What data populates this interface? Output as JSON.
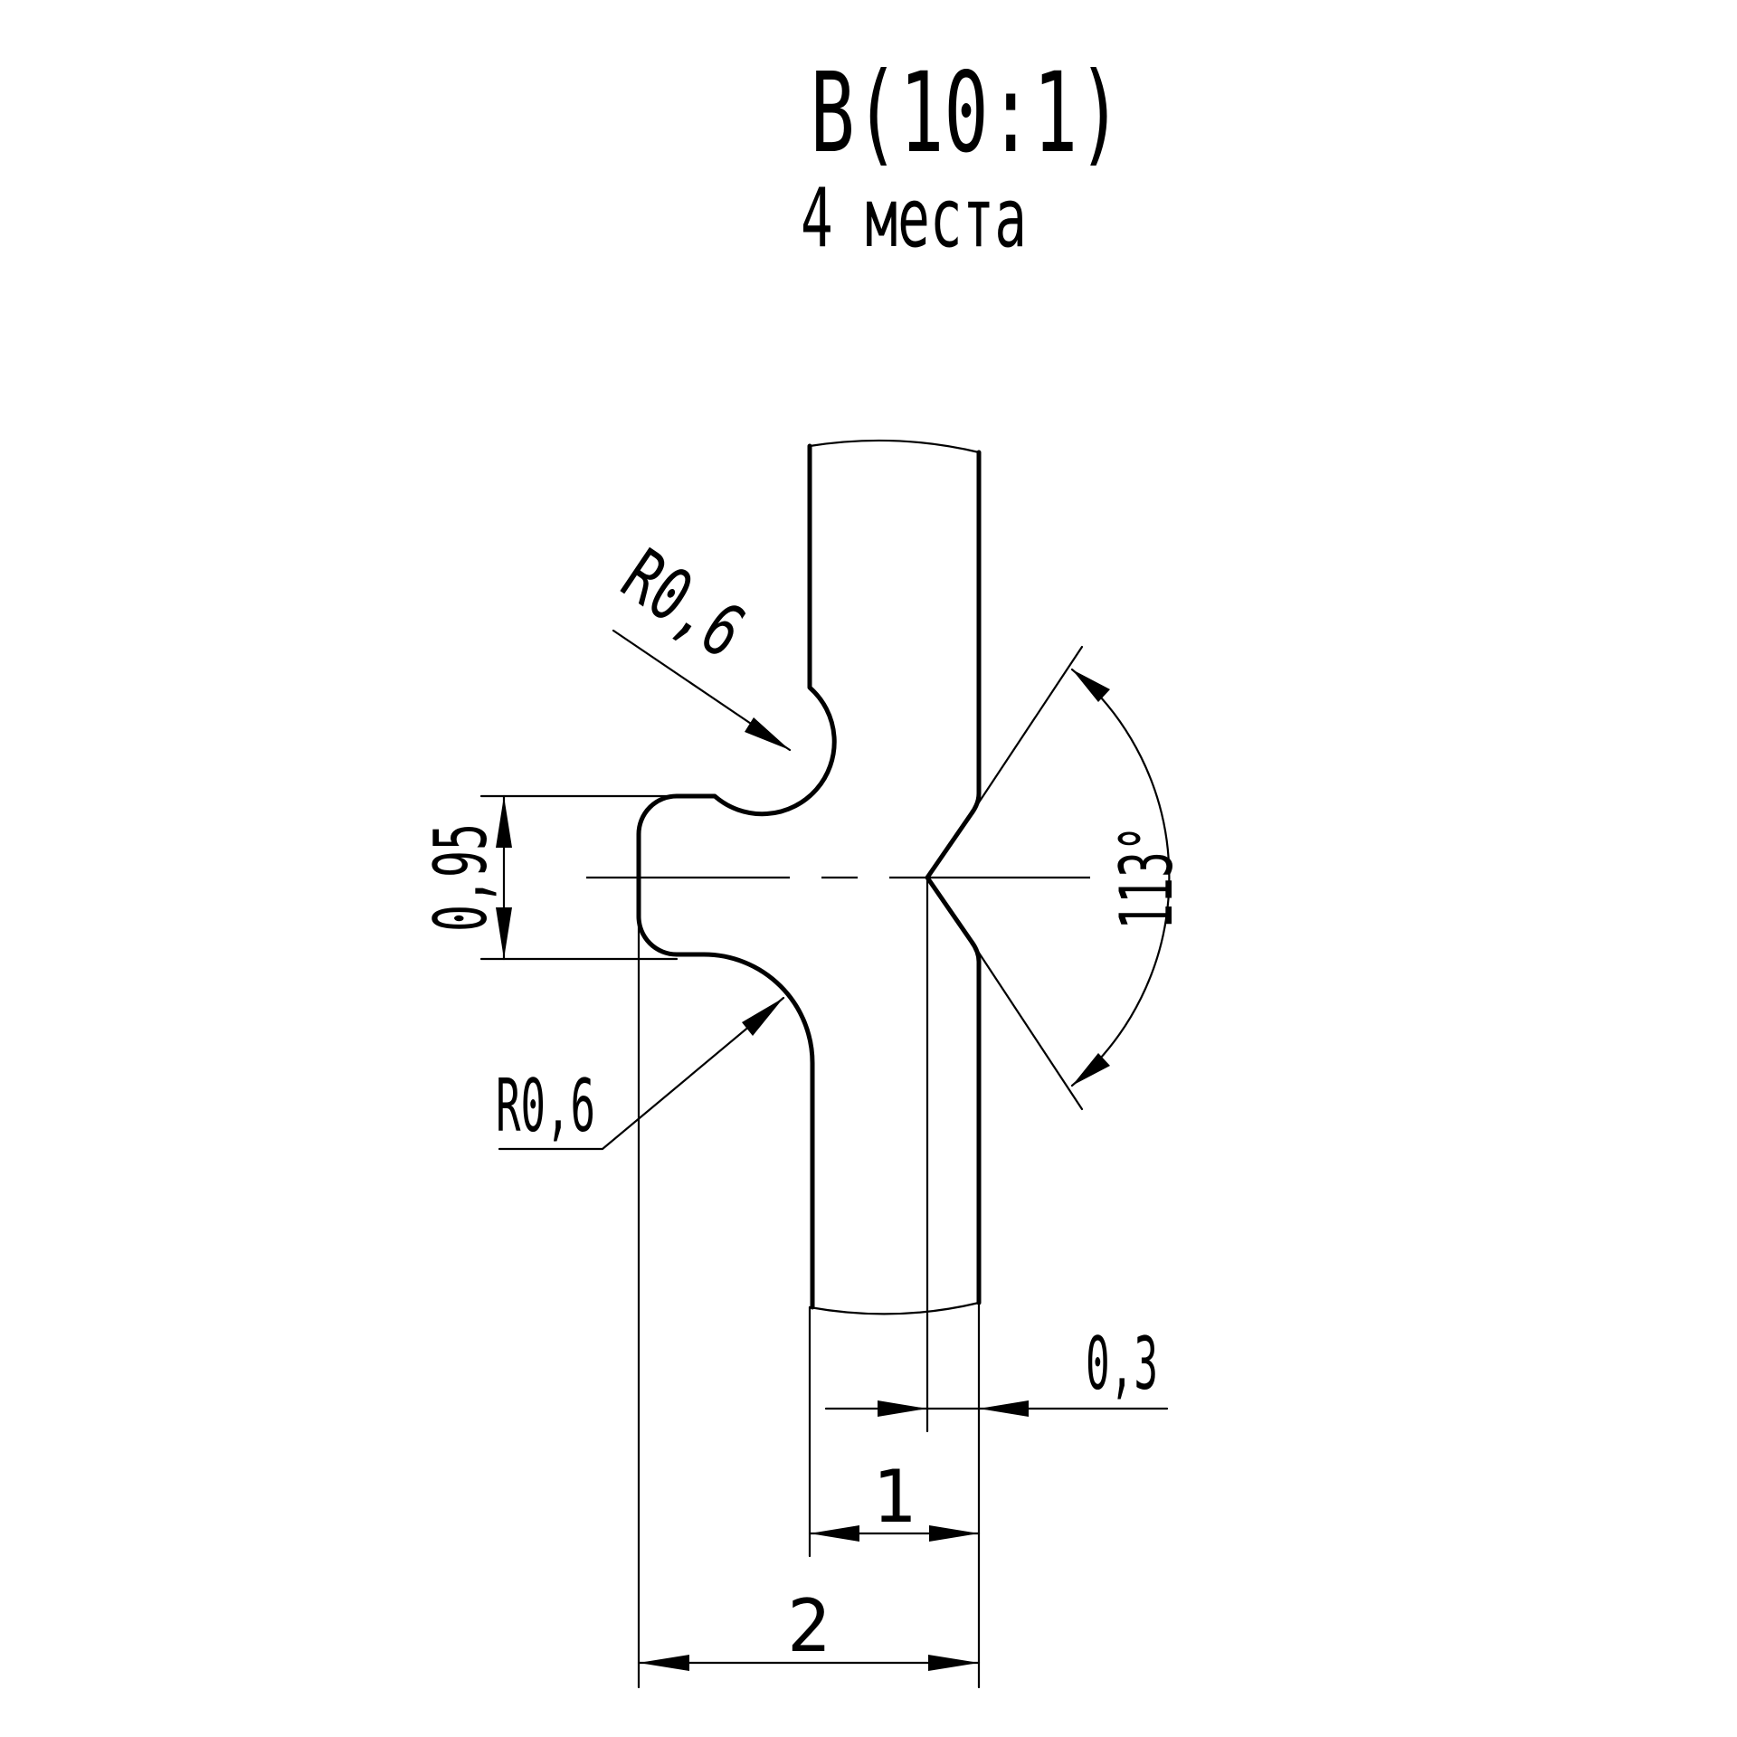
{
  "title": {
    "view": "В(10:1)",
    "places": "4 места"
  },
  "dimensions": {
    "radius_top": "R0,6",
    "radius_bottom": "R0,6",
    "height": "0,95",
    "angle": "113°",
    "offset": "0,3",
    "inner_width": "1",
    "total_width": "2"
  },
  "colors": {
    "stroke": "#000000",
    "background": "#ffffff"
  }
}
